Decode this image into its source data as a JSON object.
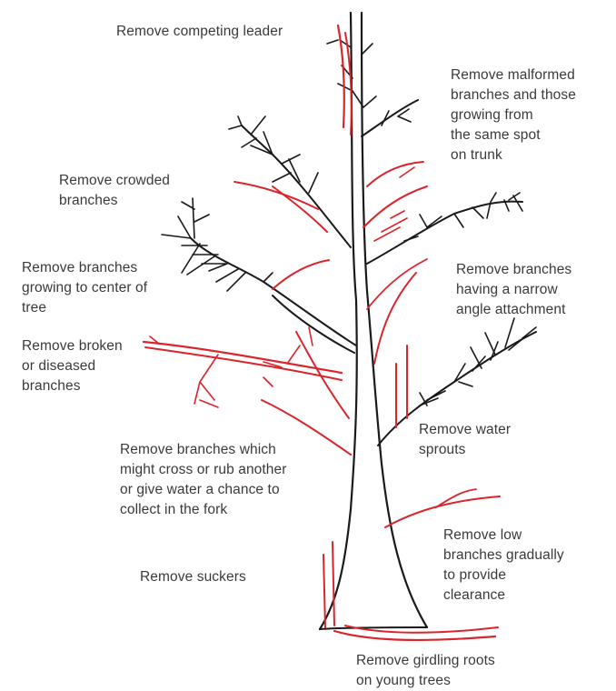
{
  "colors": {
    "trunk": "#1a1a1a",
    "remove": "#d9252b",
    "text": "#3a3a3a",
    "background": "#ffffff"
  },
  "labels": {
    "competing_leader": [
      "Remove competing leader"
    ],
    "malformed": [
      "Remove malformed",
      "branches and those",
      "growing from",
      "the same spot",
      "on trunk"
    ],
    "crowded": [
      "Remove crowded",
      "branches"
    ],
    "center": [
      "Remove branches",
      "growing to center of",
      "tree"
    ],
    "narrow_angle": [
      "Remove branches",
      "having a narrow",
      "angle attachment"
    ],
    "broken": [
      "Remove broken",
      "or diseased",
      "branches"
    ],
    "water_sprouts": [
      "Remove water",
      "sprouts"
    ],
    "cross_rub": [
      "Remove branches which",
      "might cross or rub another",
      "or give water a chance to",
      "collect in the fork"
    ],
    "low_branches": [
      "Remove low",
      "branches gradually",
      "to provide",
      "clearance"
    ],
    "suckers": [
      "Remove suckers"
    ],
    "girdling": [
      "Remove girdling roots",
      "on young trees"
    ]
  }
}
